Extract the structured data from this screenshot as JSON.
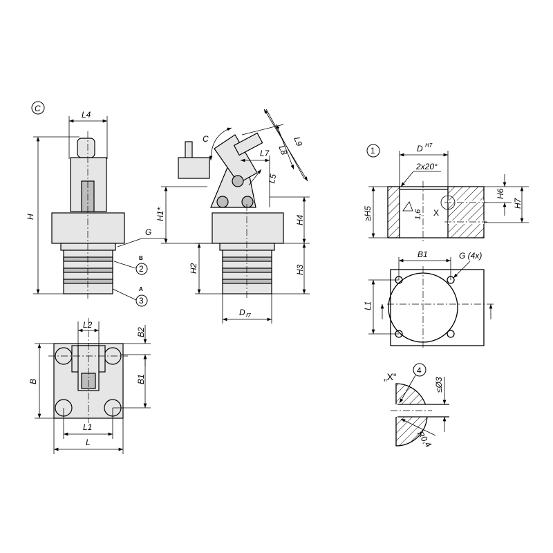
{
  "front_view": {
    "marker": "C",
    "L4": "L4",
    "H": "H",
    "G": "G",
    "port_B": "B",
    "port_A": "A",
    "callout_2": "2",
    "callout_3": "3"
  },
  "side_view": {
    "C": "C",
    "L7": "L7",
    "L8": "L8",
    "L9": "L9",
    "L5": "L5",
    "H1": "H1*",
    "H4": "H4",
    "H2": "H2",
    "H3": "H3",
    "D": "D",
    "D_tol": "f7"
  },
  "plan_view": {
    "L2": "L2",
    "B2": "B2",
    "B": "B",
    "B1": "B1",
    "L1": "L1",
    "L": "L"
  },
  "detail_1": {
    "callout": "1",
    "D": "D",
    "D_tol": "H7",
    "chamfer": "2x20°",
    "H5": "≥H5",
    "roughness": "1,6",
    "X": "X",
    "H6": "H6",
    "H7": "H7"
  },
  "mounting_plan": {
    "B1": "B1",
    "G": "G (4x)",
    "L1": "L1"
  },
  "detail_X": {
    "title": "„X“",
    "callout": "4",
    "dia": "≤Ø3",
    "radius": "R0,4"
  }
}
